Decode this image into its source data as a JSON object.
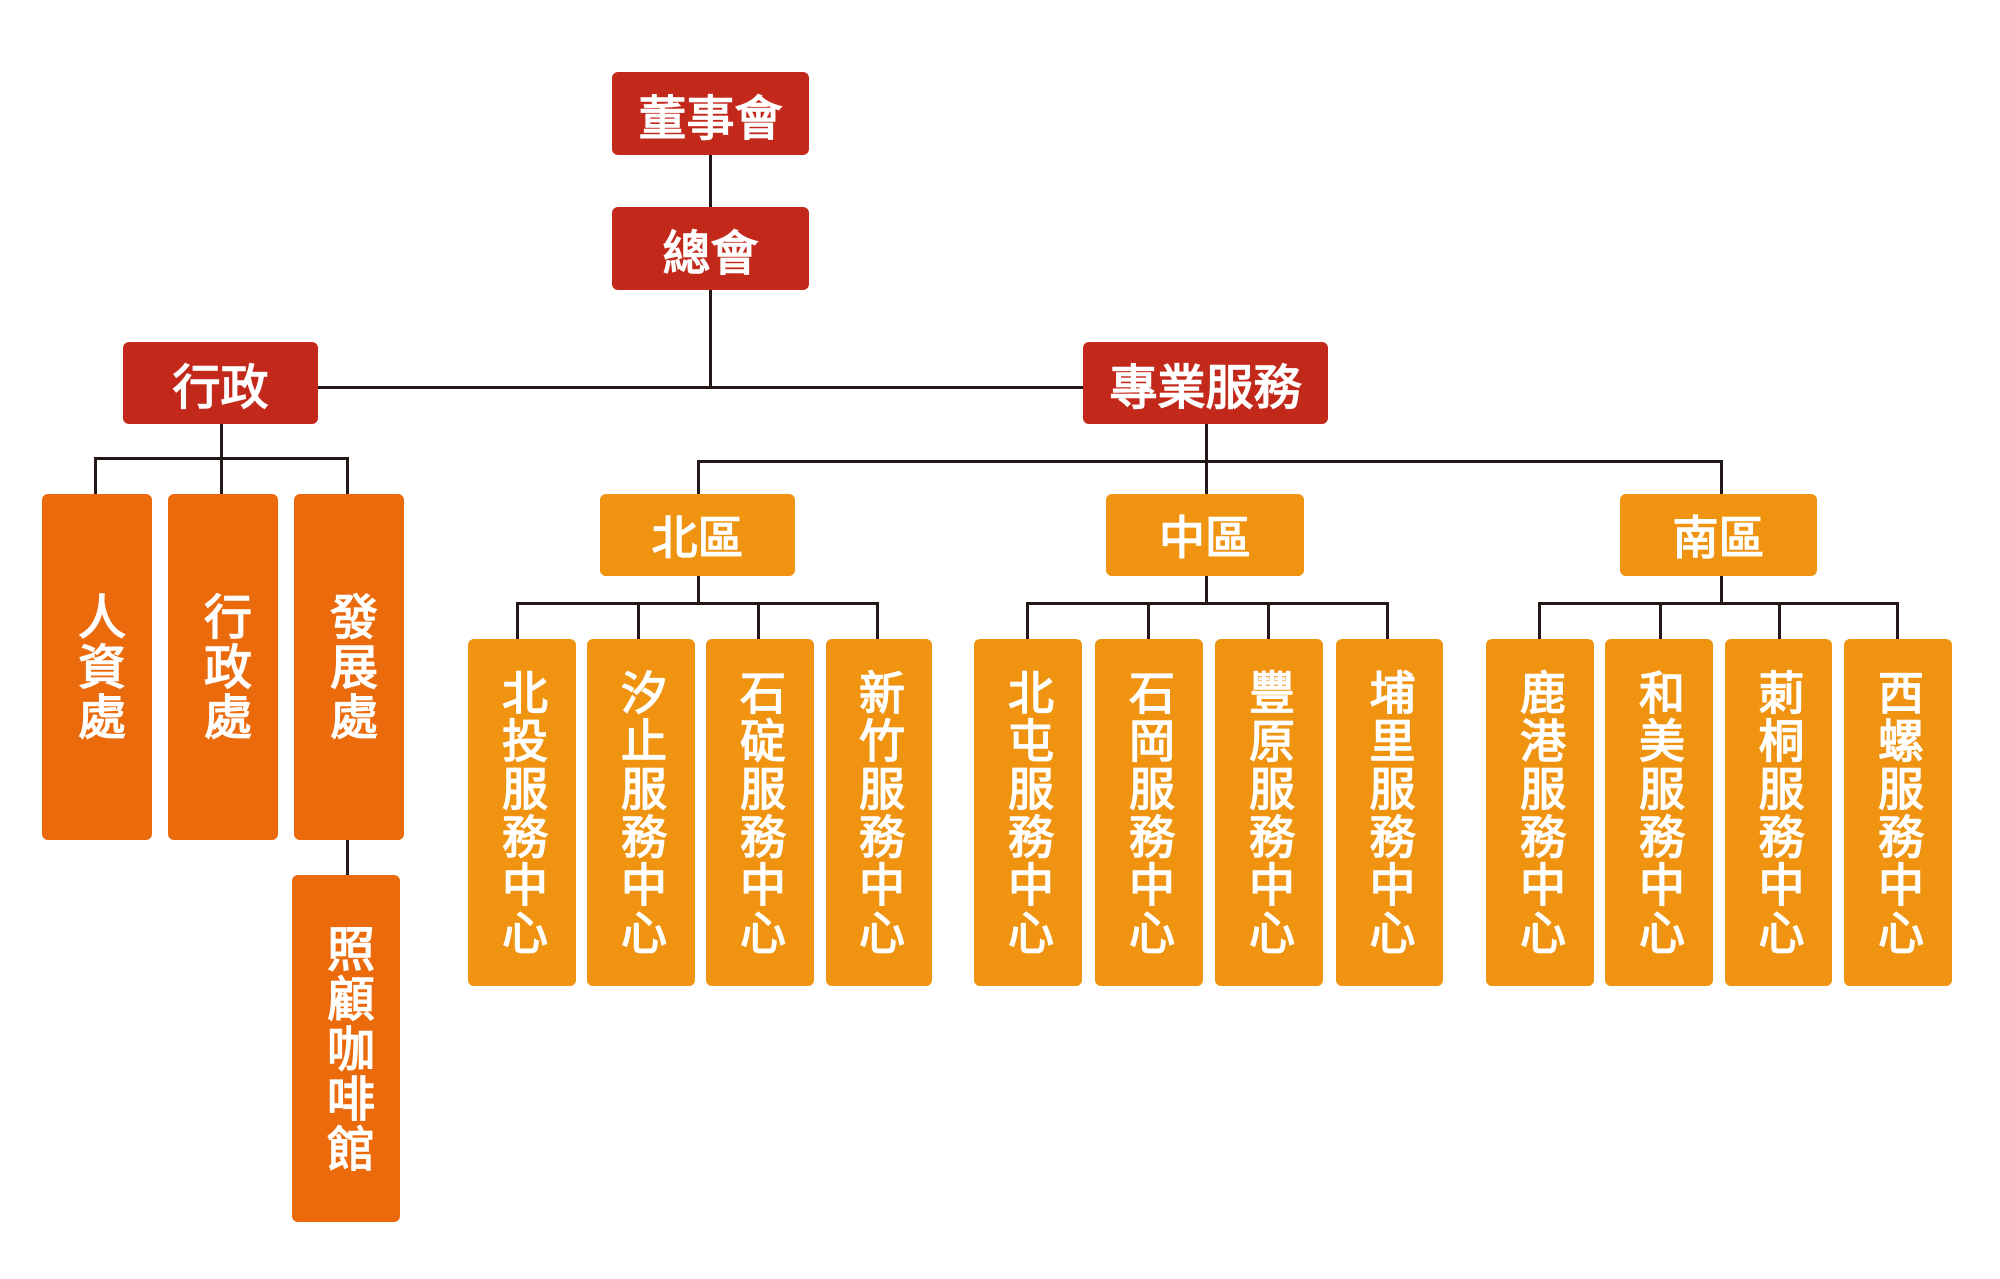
{
  "org": {
    "board": "董事會",
    "headquarters": "總會",
    "admin": {
      "label": "行政",
      "departments": [
        "人資處",
        "行政處",
        "發展處"
      ],
      "cafe": "照顧咖啡館"
    },
    "service": {
      "label": "專業服務",
      "regions": [
        {
          "label": "北區",
          "centers": [
            "北投服務中心",
            "汐止服務中心",
            "石碇服務中心",
            "新竹服務中心"
          ]
        },
        {
          "label": "中區",
          "centers": [
            "北屯服務中心",
            "石岡服務中心",
            "豐原服務中心",
            "埔里服務中心"
          ]
        },
        {
          "label": "南區",
          "centers": [
            "鹿港服務中心",
            "和美服務中心",
            "莿桐服務中心",
            "西螺服務中心"
          ]
        }
      ]
    }
  },
  "colors": {
    "top_level": "#c3291b",
    "department": "#ea6a0c",
    "region": "#ef9310",
    "connector": "#231815"
  }
}
